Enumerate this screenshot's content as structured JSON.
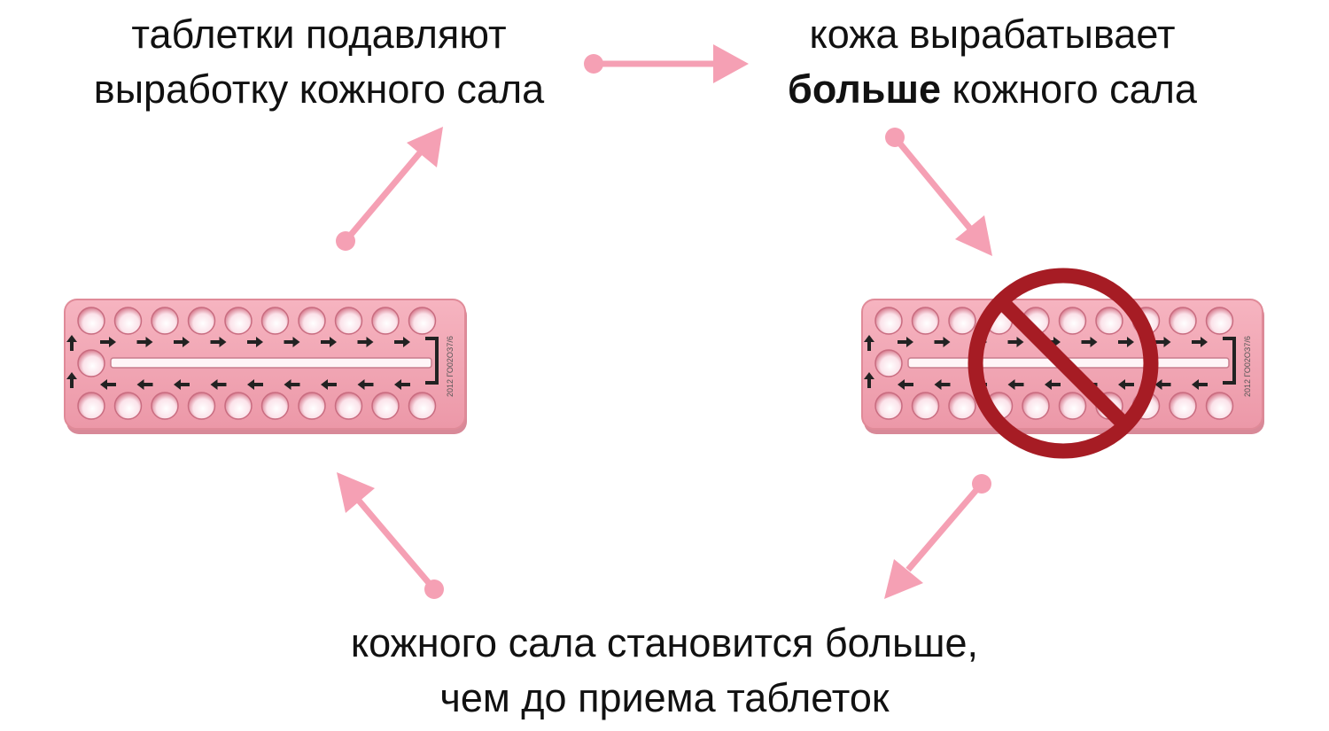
{
  "captions": {
    "top_left": {
      "line1": "таблетки подавляют",
      "line2": "выработку кожного сала"
    },
    "top_right": {
      "line1": "кожа вырабатывает",
      "line2_bold": "больше",
      "line2_rest": " кожного сала"
    },
    "bottom": {
      "line1": "кожного сала становится больше,",
      "line2": "чем до приема таблеток"
    }
  },
  "pill_pack": {
    "imprint": "2012 ГО02ОЗ7/6"
  },
  "colors": {
    "arrow": "#f5a0b4",
    "pack": "#f2a7b3",
    "pack_border": "#e08a98",
    "pill": "#fbe3ea",
    "prohibition": "#a61c24",
    "text": "#111111"
  }
}
